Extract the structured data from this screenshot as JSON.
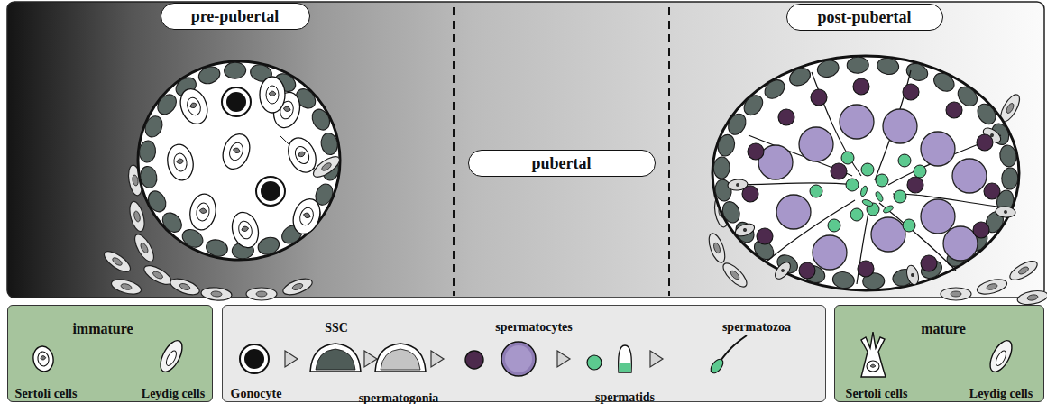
{
  "diagram": {
    "nodes": [
      {
        "text": [
          "pre-pubertal"
        ]
      },
      {
        "text": [
          "pubertal"
        ]
      },
      {
        "text": [
          "post-pubertal"
        ]
      },
      {
        "text": [
          "immature",
          "Sertoli cells",
          "Leydig cells"
        ]
      },
      {
        "text": [
          "Gonocyte",
          "SSC",
          "spermatogonia",
          "spermatocytes",
          "spermatids",
          "spermatozoa"
        ]
      },
      {
        "text": [
          "mature",
          "Sertoli cells",
          "Leydig cells"
        ]
      }
    ]
  }
}
